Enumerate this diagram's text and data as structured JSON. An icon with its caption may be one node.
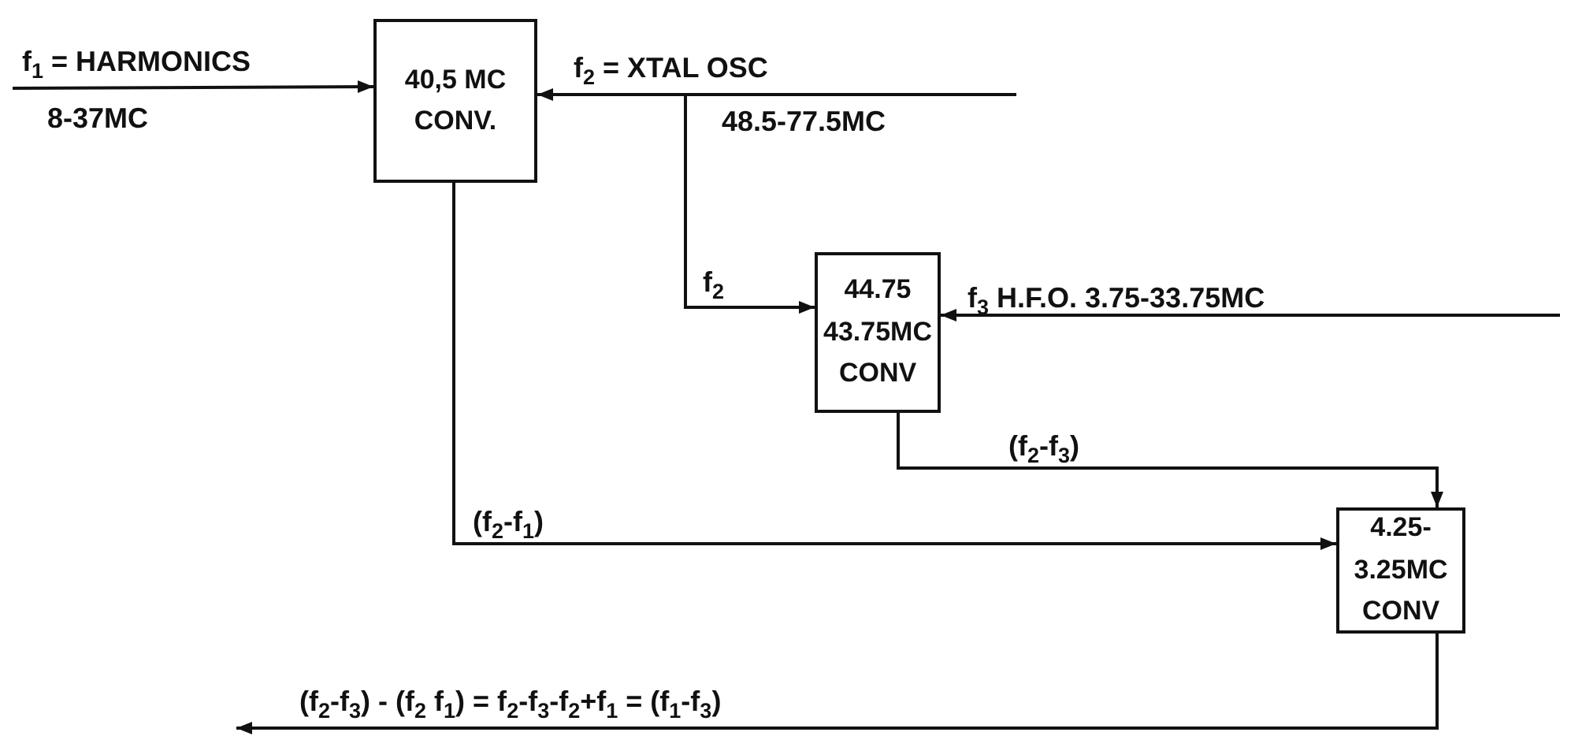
{
  "diagram": {
    "nodes": [
      {
        "text": [
          "40,5 MC CONV."
        ]
      },
      {
        "text": [
          "44.75 43.75MC CONV"
        ]
      },
      {
        "text": [
          "4.25- 3.25MC CONV"
        ]
      }
    ],
    "edges": [
      {
        "from": null,
        "to": 0,
        "arrow": "to",
        "label": "f$_{1}$ = HARMONICS"
      },
      {
        "from": null,
        "to": 0,
        "arrow": "to",
        "label": "f$_{2}$ = XTAL OSC"
      },
      {
        "from": null,
        "to": 1,
        "arrow": "to",
        "label": "f$_{2}$"
      },
      {
        "from": null,
        "to": 1,
        "arrow": "to",
        "label": "f$_{3}$ H.F.O. 3.75-33.75MC"
      },
      {
        "from": 1,
        "to": 2,
        "arrow": "to",
        "label": "(f$_{2}$-f$_{3}$)"
      },
      {
        "from": 0,
        "to": 2,
        "arrow": "to",
        "label": "(f$_{2}$-f$_{1}$)"
      },
      {
        "from": 2,
        "to": null,
        "arrow": "to",
        "label": "(f$_{2}$-f$_{3}$) - (f$_{2}$ f$_{1}$) = f$_{2}$-f$_{3}$-f$_{2}$+f$_{1}$ = (f$_{1}$-f$_{3}$)"
      }
    ],
    "labels": [
      "8-37MC",
      "48.5-77.5MC"
    ]
  }
}
